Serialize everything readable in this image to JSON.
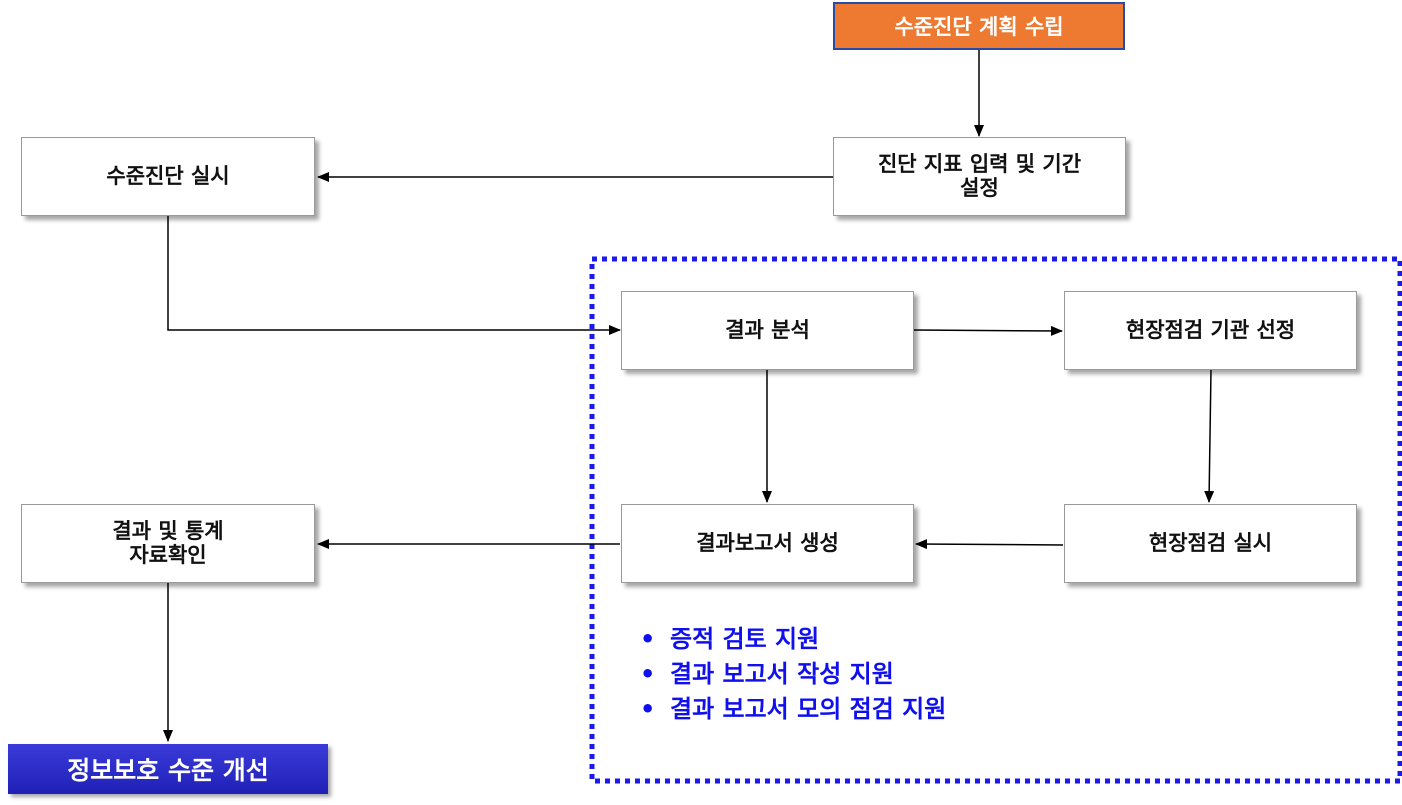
{
  "nodes": {
    "plan": "수준진단 계획 수립",
    "input": [
      "진단 지표 입력 및 기간",
      "설정"
    ],
    "conduct": "수준진단 실시",
    "analysis": "결과 분석",
    "select": "현장점검 기관 선정",
    "report": "결과보고서 생성",
    "onsite": "현장점검 실시",
    "confirm": [
      "결과 및 통계",
      "자료확인"
    ],
    "improve": "정보보호 수준 개선"
  },
  "notes": [
    "증적 검토 지원",
    "결과 보고서 작성 지원",
    "결과 보고서 모의 점검 지원"
  ],
  "colors": {
    "start_fill": "#ee7a32",
    "start_border": "#2a4aa8",
    "end_fill": "#2a2ac8",
    "group_border": "#1a1aee",
    "note_text": "#1010ee"
  }
}
